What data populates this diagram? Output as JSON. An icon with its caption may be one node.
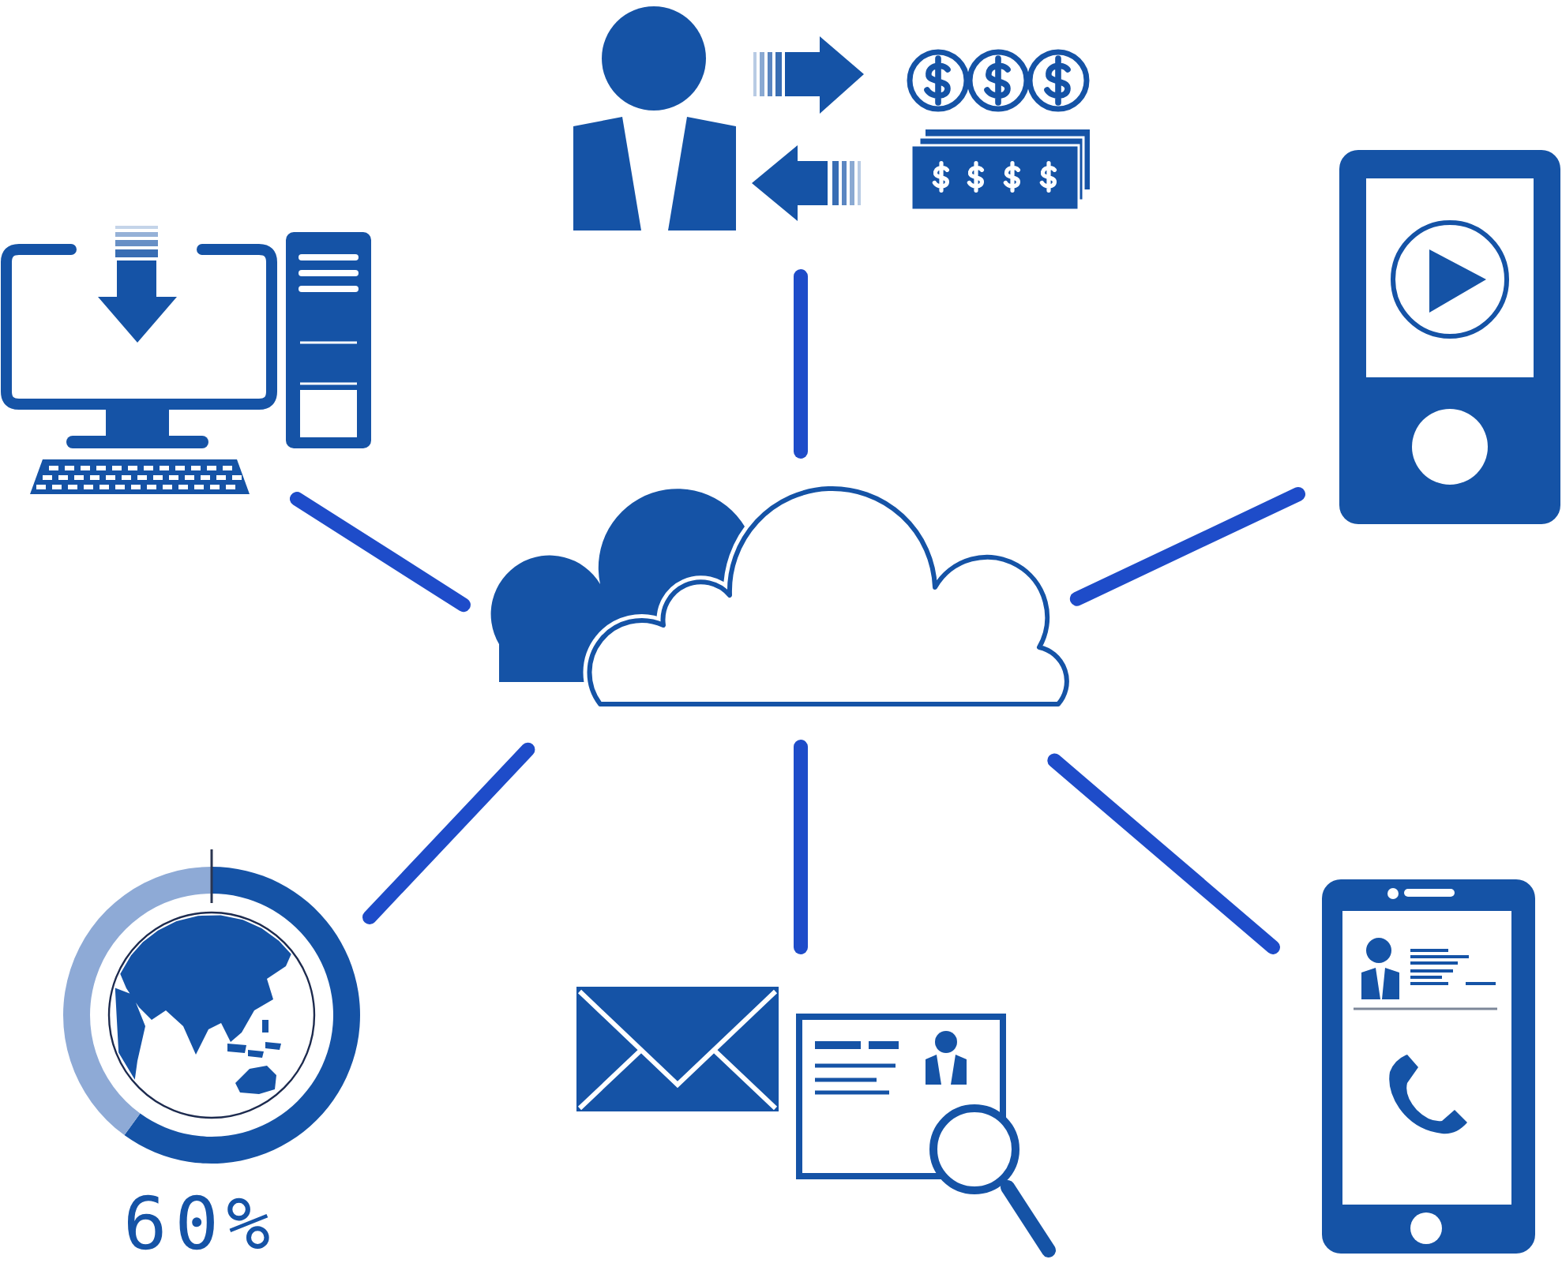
{
  "diagram": {
    "nodes": [
      {
        "text": [],
        "shape": "picture"
      },
      {
        "text": [],
        "shape": "picture"
      },
      {
        "text": [],
        "shape": "picture"
      },
      {
        "text": [],
        "shape": "cloud"
      },
      {
        "text": [],
        "shape": "picture",
        "beside": [
          "60%"
        ]
      },
      {
        "text": [],
        "shape": "picture"
      },
      {
        "text": [],
        "shape": "picture"
      }
    ],
    "edges": [
      {
        "from": 3,
        "to": 0,
        "arrow": "none"
      },
      {
        "from": 3,
        "to": 1,
        "arrow": "none"
      },
      {
        "from": 3,
        "to": 2,
        "arrow": "none"
      },
      {
        "from": 3,
        "to": 4,
        "arrow": "none"
      },
      {
        "from": 3,
        "to": 5,
        "arrow": "none"
      },
      {
        "from": 3,
        "to": 6,
        "arrow": "none"
      }
    ]
  }
}
